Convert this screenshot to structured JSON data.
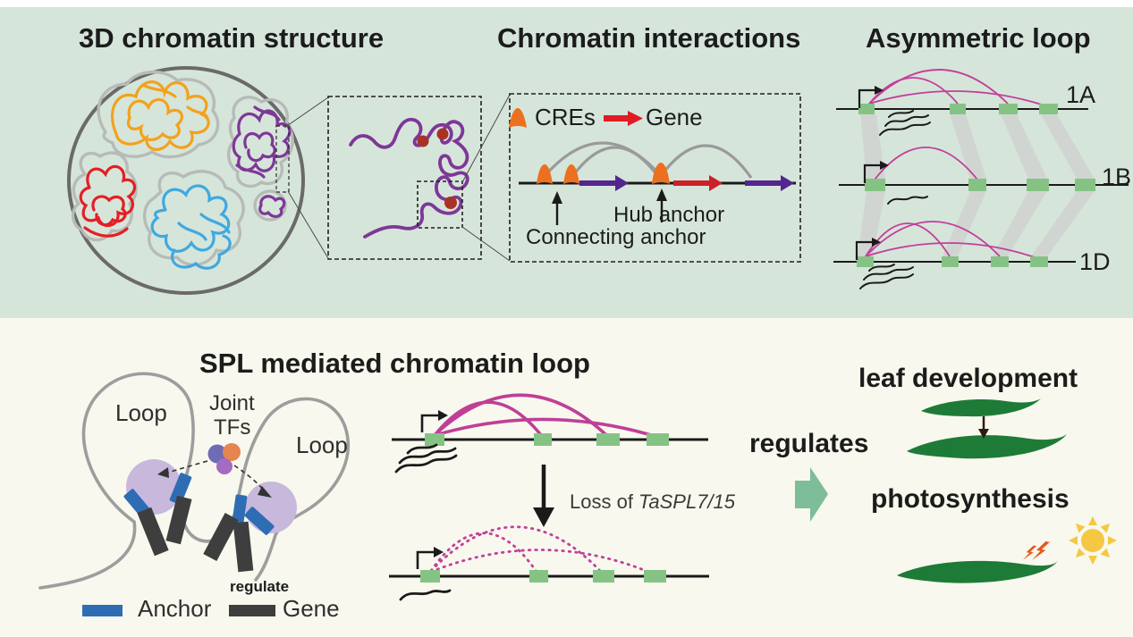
{
  "figure": {
    "top": {
      "bg_color": "#d6e5da",
      "panel_3d": {
        "title": "3D chromatin structure"
      },
      "panel_interactions": {
        "title": "Chromatin interactions",
        "legend": {
          "cres": "CREs",
          "gene": "Gene"
        },
        "labels": {
          "hub_anchor": "Hub anchor",
          "connecting_anchor": "Connecting anchor"
        }
      },
      "panel_asymmetric": {
        "title": "Asymmetric loop",
        "chromosomes": [
          {
            "label": "1A",
            "loops": 3,
            "transcripts": 3
          },
          {
            "label": "1B",
            "loops": 1,
            "transcripts": 1
          },
          {
            "label": "1D",
            "loops": 3,
            "transcripts": 3
          }
        ]
      }
    },
    "bottom": {
      "bg_color": "#f8f8ee",
      "title": "SPL mediated chromatin loop",
      "loop_model": {
        "loop_left": "Loop",
        "loop_right": "Loop",
        "tf_line1": "Joint",
        "tf_line2": "TFs",
        "regulate": "regulate",
        "legend": {
          "anchor": "Anchor",
          "gene": "Gene"
        }
      },
      "transition": {
        "loss_prefix": "Loss of",
        "loss_gene": "TaSPL7/15"
      },
      "outcomes": {
        "regulates": "regulates",
        "outcome1": "leaf development",
        "outcome2": "photosynthesis"
      }
    },
    "colors": {
      "accent_magenta": "#bf3f97",
      "anchor_green": "#85c385",
      "homology_band_grey": "#d1d5d1",
      "chromosome_orange": "#f2a21d",
      "chromosome_red": "#e41f24",
      "chromosome_blue": "#3fa9e0",
      "chromosome_purple": "#7e3798",
      "cre_orange": "#ed7020",
      "gene_arrow_purple": "#54258e",
      "gene_arrow_red": "#cc2128",
      "anchor_blue": "#2e6db4",
      "gene_dark": "#3e3e3e",
      "tf_blob_purple": "#c8b8dc",
      "leaf_green": "#1e7b37",
      "sun_yellow": "#f4c843",
      "lightning_orange": "#e8581c",
      "regulates_arrow_green": "#7dbd98"
    }
  }
}
